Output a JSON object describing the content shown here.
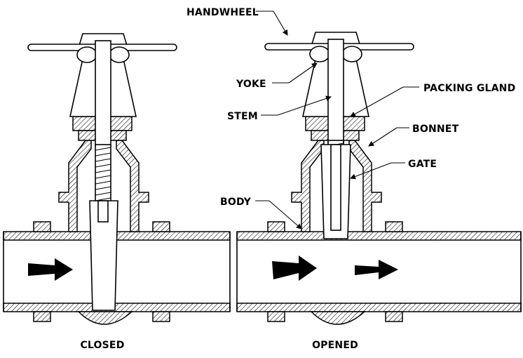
{
  "labels": {
    "handwheel": "HANDWHEEL",
    "yoke": "YOKE",
    "stem": "STEM",
    "packing_gland": "PACKING GLAND",
    "bonnet": "BONNET",
    "gate": "GATE",
    "body": "BODY"
  },
  "captions": {
    "closed": "CLOSED",
    "opened": "OPENED"
  }
}
